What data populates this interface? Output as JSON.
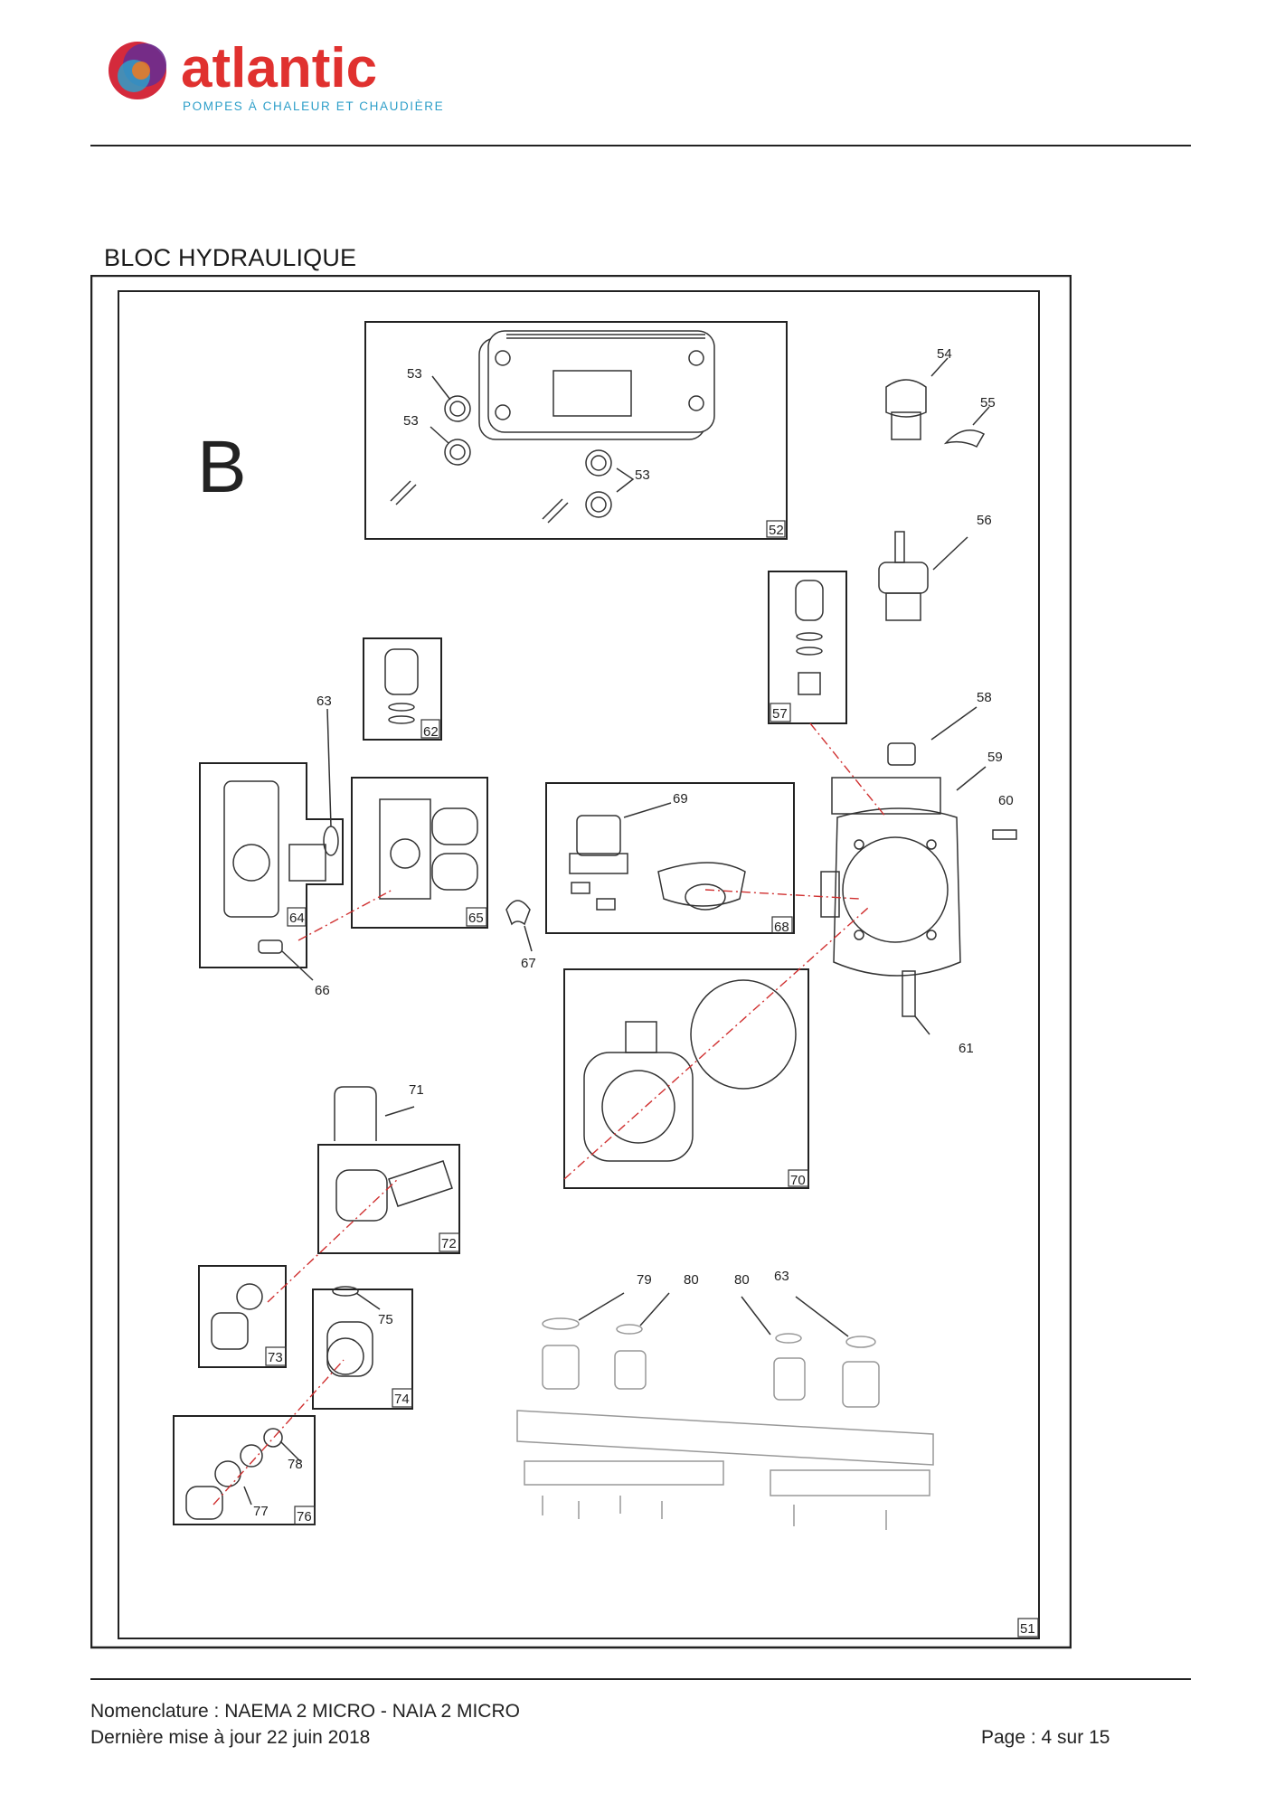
{
  "header": {
    "brand_name": "atlantic",
    "brand_tagline": "POMPES À CHALEUR ET CHAUDIÈRES",
    "brand_color": "#e0312f",
    "tagline_color": "#2e9fc9"
  },
  "section_title": "BLOC HYDRAULIQUE",
  "diagram": {
    "block_letter": "B",
    "block_letter_color": "#d92b2b",
    "labels": {
      "l51": "51",
      "l52": "52",
      "l53a": "53",
      "l53b": "53",
      "l53c": "53",
      "l54": "54",
      "l55": "55",
      "l56": "56",
      "l57": "57",
      "l58": "58",
      "l59": "59",
      "l60": "60",
      "l61": "61",
      "l62": "62",
      "l63": "63",
      "l64": "64",
      "l65": "65",
      "l66": "66",
      "l67": "67",
      "l68": "68",
      "l69": "69",
      "l70": "70",
      "l71": "71",
      "l72": "72",
      "l73": "73",
      "l74": "74",
      "l75": "75",
      "l76": "76",
      "l77": "77",
      "l78": "78",
      "l79": "79",
      "l80a": "80",
      "l80b": "80",
      "l63b": "63"
    }
  },
  "footer": {
    "line1": "Nomenclature : NAEMA 2 MICRO - NAIA 2 MICRO",
    "line2": "Dernière mise à jour 22 juin 2018",
    "page": "Page : 4 sur 15"
  }
}
